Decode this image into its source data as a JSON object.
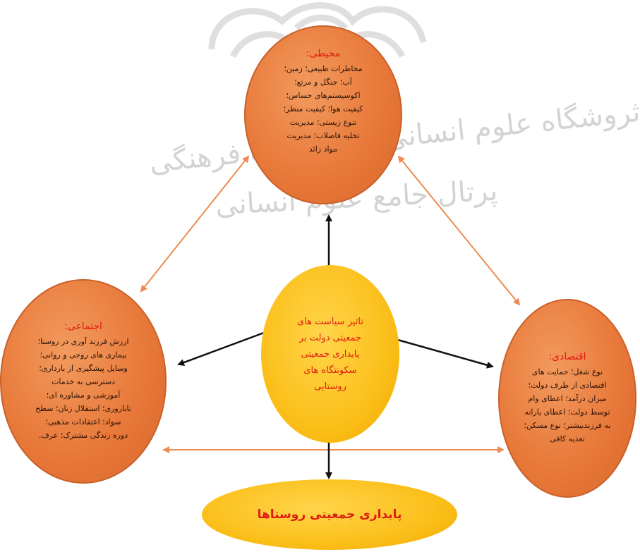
{
  "diagram": {
    "top": {
      "title": "محیطی:",
      "lines": [
        "مخاطرات طبیعی؛ زمین؛",
        "آب؛ جنگل و مرتع؛",
        "اکوسیستم‌های حساس؛",
        "کیفیت هوا؛ کیفیت منظر؛",
        "تنوع زیستی؛ مدیریت",
        "تخلیه فاضلاب؛ مدیریت",
        "مواد زائد"
      ]
    },
    "left": {
      "title": "اجتماعی:",
      "lines": [
        "ارزش فرزند آوری در روستا؛",
        "بیماری های روحی و روانی؛",
        "وسایل پیشگیری از بارداری؛",
        "دسترسی به خدمات",
        "آموزشی و مشاوره ای؛",
        "ناباروری؛ استقلال زنان؛ سطح",
        "سواد؛ اعتقادات مذهبی؛",
        "دوره زندگی مشترک؛ عرف."
      ]
    },
    "right": {
      "title": "اقتصادی:",
      "lines": [
        "نوع شغل؛ حمایت های",
        "اقتصادی از طرف دولت؛",
        "میزان درآمد؛ اعطای وام",
        "توسط دولت؛ اعطای یارانه",
        "به فرزندبیشتر؛ نوع مسکن؛",
        "تغذیه کافی"
      ]
    },
    "center": {
      "lines": [
        "تاثیر سیاست های",
        "جمعیتی دولت بر",
        "پایداری جمعیتی",
        "سکونتگاه های",
        "روستایی"
      ]
    },
    "bottom": {
      "label": "پایداری جمعیتی روستاها"
    }
  },
  "watermark": {
    "line1": "ثروشگاه علوم انسانی و مطالعات فرهنگی",
    "line2": "پرتال جامع علوم انسانی"
  },
  "colors": {
    "orange_node": "#e8793a",
    "yellow_node": "#fbbf1a",
    "orange_arrow": "#ee8a52",
    "black_arrow": "#111111",
    "title_red": "#e01b10"
  }
}
